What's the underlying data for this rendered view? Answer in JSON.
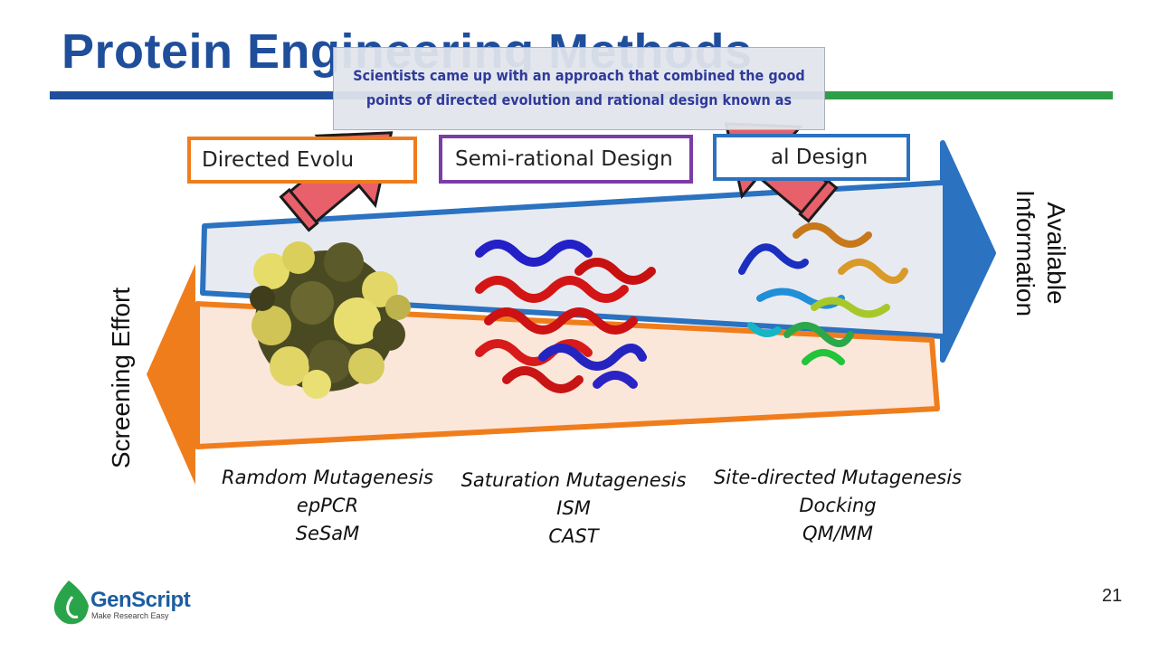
{
  "slide": {
    "title": "Protein Engineering Methods",
    "caption": "Scientists came up with an approach that combined the good points of directed evolution and rational design known as",
    "labels": {
      "directed_evolution": "Directed Evolu",
      "semi_rational": "Semi-rational Design",
      "rational": "al Design"
    },
    "axes": {
      "left": "Screening Effort",
      "right_line1": "Available",
      "right_line2": "Information"
    },
    "methods": [
      [
        "Ramdom Mutagenesis",
        "epPCR",
        "SeSaM"
      ],
      [
        "Saturation Mutagenesis",
        "ISM",
        "CAST"
      ],
      [
        "Site-directed Mutagenesis",
        "Docking",
        "QM/MM"
      ]
    ],
    "page_number": "21",
    "logo": {
      "name": "GenScript",
      "tagline": "Make Research Easy"
    }
  },
  "colors": {
    "title": "#1f4e9b",
    "orange": "#f07d1c",
    "purple": "#7a3da6",
    "blue": "#2b72c0",
    "green": "#2e9e47",
    "pointer": "#e8606a"
  },
  "icons": [
    "pointer-arrow-icon",
    "protein-structure-icon",
    "genscript-logo-icon"
  ]
}
